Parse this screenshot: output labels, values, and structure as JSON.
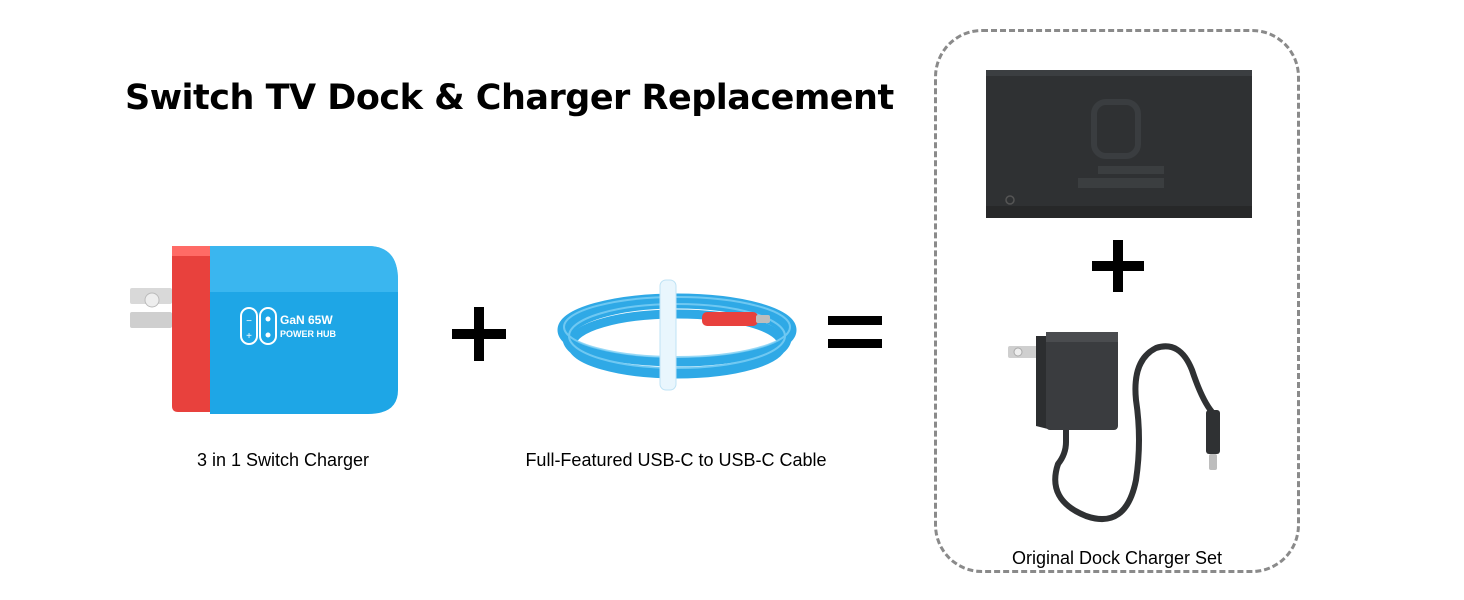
{
  "title": "Switch TV Dock & Charger Replacement",
  "charger": {
    "badge_line1": "GaN 65W",
    "badge_line2": "POWER HUB",
    "caption": "3 in 1 Switch Charger"
  },
  "cable": {
    "caption": "Full-Featured USB-C to USB-C Cable"
  },
  "original_set": {
    "caption": "Original Dock Charger Set"
  },
  "colors": {
    "accent_blue": "#1ea6e6",
    "accent_red": "#e8413d",
    "dock_gray": "#2f3133"
  }
}
